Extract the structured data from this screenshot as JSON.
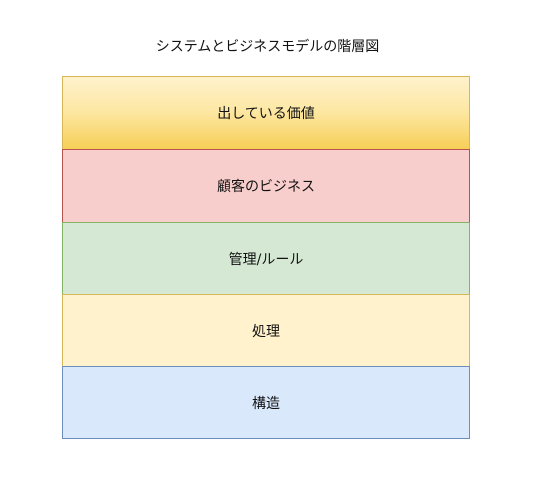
{
  "diagram": {
    "title": "システムとビジネスモデルの階層図",
    "layers": [
      {
        "label": "出している価値",
        "fill": "#f7cf57",
        "border": "#d6b656"
      },
      {
        "label": "顧客のビジネス",
        "fill": "#f8cecc",
        "border": "#b85450"
      },
      {
        "label": "管理/ルール",
        "fill": "#d5e8d4",
        "border": "#82b366"
      },
      {
        "label": "処理",
        "fill": "#fff2cc",
        "border": "#d6b656"
      },
      {
        "label": "構造",
        "fill": "#dae8fc",
        "border": "#6c8ebf"
      }
    ]
  }
}
